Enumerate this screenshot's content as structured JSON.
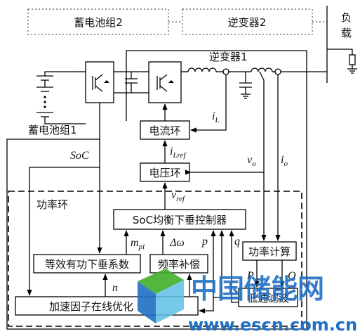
{
  "blocks": {
    "battery2": "蓄电池组2",
    "inverter2": "逆变器2",
    "load": "负载",
    "load_chars": [
      "负",
      "载"
    ],
    "inverter1": "逆变器1",
    "battery1": "蓄电池组1",
    "current_loop": "电流环",
    "voltage_loop": "电压环",
    "power_loop": "功率环",
    "soc_controller": "SoC均衡下垂控制器",
    "power_calc": "功率计算",
    "equiv_droop": "等效有功下垂系数",
    "freq_comp": "频率补偿",
    "accel_factor": "加速因子在线优化",
    "lowpass": "低通滤波"
  },
  "signals": {
    "soc": "SoC",
    "iL_base": "i",
    "iL_sub": "L",
    "iLref_base": "i",
    "iLref_sub": "Lref",
    "vo_base": "v",
    "vo_sub": "o",
    "io_base": "i",
    "io_sub": "o",
    "vref_base": "v",
    "vref_sub": "ref",
    "mpi_base": "m",
    "mpi_sub": "pi",
    "delta_omega": "Δω",
    "p": "p",
    "q": "q",
    "P": "P",
    "Q": "Q",
    "n": "n"
  },
  "watermark": {
    "main": "中国储能网",
    "url": "www.escn.com.cn"
  },
  "colors": {
    "watermark_blue": "#1f6fc4",
    "watermark_green": "#3fae2a",
    "watermark_red": "#d9231a"
  }
}
